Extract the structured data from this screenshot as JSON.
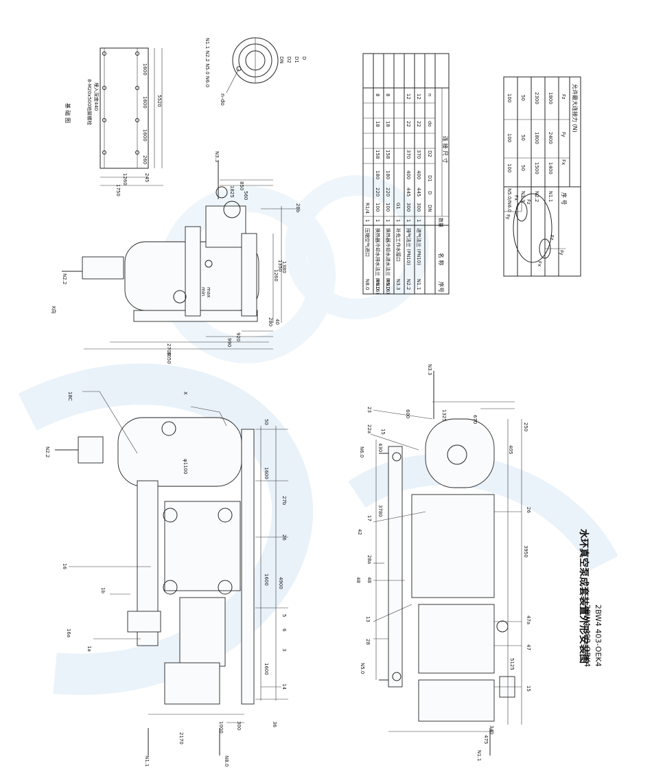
{
  "title": {
    "main": "水环真空泵成套装置外形安装图",
    "model_1": "2BW4 403-OBK4",
    "model_2": "2BW4 403-OEK4"
  },
  "foundation": {
    "title": "基 础 图",
    "bolt_note": "8-M20x500地脚螺栓",
    "bolt_note_2": "埋入深度440",
    "dims": [
      "1600",
      "1600",
      "1600",
      "5520",
      "260",
      "1260",
      "245",
      "1750"
    ]
  },
  "flange": {
    "labels": [
      "DN",
      "D2",
      "D1",
      "D"
    ],
    "hole_label": "n-do",
    "applies_to": "N1.1 N2.2  N5.0 N6.0"
  },
  "connection_table": {
    "head": {
      "no": "序号",
      "name": "名  称",
      "qty": "数量",
      "size": "连  接  尺  寸"
    },
    "sub": [
      "DN",
      "D",
      "D1",
      "D2",
      "do",
      "n"
    ],
    "rows": [
      {
        "no": "N1.1",
        "name": "进气法兰 (PN10)",
        "qty": "1",
        "dn": "300",
        "d": "445",
        "d1": "400",
        "d2": "370",
        "do": "22",
        "n": "12"
      },
      {
        "no": "N2.2",
        "name": "排气法兰 (PN10)",
        "qty": "1",
        "dn": "300",
        "d": "445",
        "d1": "400",
        "d2": "370",
        "do": "22",
        "n": "12"
      },
      {
        "no": "N3.3",
        "name": "补充工作水接口",
        "qty": "1",
        "dn": "G1",
        "d": "",
        "d1": "",
        "d2": "",
        "do": "",
        "n": ""
      },
      {
        "no": "N5.0",
        "name": "换热器冷却水进水法兰 (PN16)",
        "qty": "1",
        "dn": "100",
        "d": "220",
        "d1": "180",
        "d2": "158",
        "do": "18",
        "n": "8"
      },
      {
        "no": "N6.0",
        "name": "换热器冷却水排水法兰 (PN16)",
        "qty": "1",
        "dn": "100",
        "d": "220",
        "d1": "180",
        "d2": "158",
        "do": "18",
        "n": "8"
      },
      {
        "no": "N8.0",
        "name": "压缩空气进口",
        "qty": "1",
        "dn": "R1/4",
        "d": "",
        "d1": "",
        "d2": "",
        "do": "",
        "n": ""
      }
    ]
  },
  "force_table": {
    "head": {
      "no": "序  号",
      "force": "允许最大连接力 (N)"
    },
    "sub": [
      "Fx",
      "Fy",
      "Fz"
    ],
    "rows": [
      {
        "no": "N1.1",
        "fx": "1400",
        "fy": "2400",
        "fz": "1800"
      },
      {
        "no": "N2.2",
        "fx": "1500",
        "fy": "1800",
        "fz": "2300"
      },
      {
        "no": "N3.3",
        "fx": "50",
        "fy": "50",
        "fz": "50"
      },
      {
        "no": "N5.0/N6.0",
        "fx": "100",
        "fy": "100",
        "fz": "100"
      }
    ],
    "axes": [
      "Fy",
      "Fx",
      "Fz",
      "Fx",
      "Fy",
      "Fz"
    ]
  },
  "side_view": {
    "x_dir": "X向",
    "dims": [
      "3050",
      "2700",
      "990",
      "920",
      "1260",
      "1380",
      "1350",
      "280",
      "40",
      "850",
      "560",
      "1825"
    ],
    "nozzles": [
      "N2.2",
      "N3.3"
    ],
    "callouts": [
      "28b"
    ],
    "level": "min",
    "level_2": "max"
  },
  "front_view": {
    "nozzles": [
      "N2.2",
      "N1.1",
      "N8.0"
    ],
    "callouts": [
      "18C",
      "X",
      "16",
      "1b",
      "16a",
      "1a",
      "14",
      "3",
      "6",
      "5",
      "26",
      "27b",
      "36"
    ],
    "dims": [
      "50",
      "1600",
      "1600",
      "1600",
      "4900",
      "2170",
      "1000",
      "300"
    ],
    "diameter": "φ1100"
  },
  "rear_view": {
    "nozzles": [
      "N3.3",
      "N6.0",
      "N5.0",
      "N1.1"
    ],
    "callouts": [
      "23",
      "22a",
      "15",
      "42",
      "17",
      "28a",
      "48",
      "48",
      "13",
      "28",
      "26",
      "47a",
      "47",
      "15"
    ],
    "dims": [
      "1325",
      "600",
      "670",
      "250",
      "405",
      "430",
      "3780",
      "3950",
      "5125",
      "475",
      "340"
    ]
  }
}
